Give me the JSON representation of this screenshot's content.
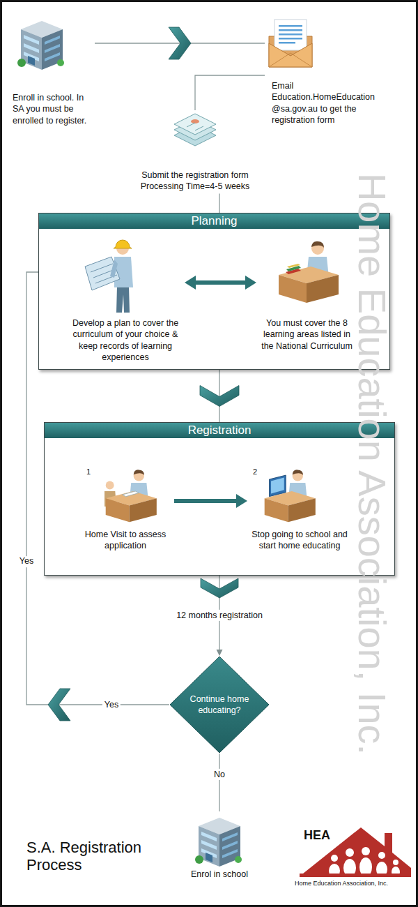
{
  "diagram": {
    "title": "S.A. Registration Process",
    "nodes": [
      {
        "text": [
          "Enroll in school. In SA you must be enrolled to register."
        ]
      },
      {
        "text": [
          "Email Education.HomeEducation @sa.gov.au to get the registration form"
        ]
      },
      {
        "text": [
          "Submit the registration form Processing Time=4-5 weeks"
        ]
      },
      {
        "text": [
          "Planning"
        ]
      },
      {
        "text": [
          "Develop a plan to cover the curriculum of your choice & keep records of learning experiences"
        ],
        "in": 3
      },
      {
        "text": [
          "You must cover the 8 learning areas listed in the National Curriculum"
        ],
        "in": 3
      },
      {
        "text": [
          "Registration"
        ]
      },
      {
        "text": [
          "1",
          "Home Visit to assess application"
        ],
        "in": 6
      },
      {
        "text": [
          "2",
          "Stop going to school and start home educating"
        ],
        "in": 6
      },
      {
        "text": [
          "Continue home educating?"
        ]
      },
      {
        "text": [
          "Enrol in school"
        ]
      }
    ],
    "edges": [
      {
        "from": 0,
        "to": 1,
        "arrow": "to"
      },
      {
        "from": 1,
        "to": 2,
        "arrow": "none"
      },
      {
        "from": 2,
        "to": 3,
        "arrow": "none"
      },
      {
        "from": 4,
        "to": 5,
        "arrow": "both"
      },
      {
        "from": 3,
        "to": 6,
        "arrow": "to"
      },
      {
        "from": 7,
        "to": 8,
        "arrow": "to"
      },
      {
        "from": 6,
        "to": 9,
        "label": "12 months registration",
        "arrow": "to"
      },
      {
        "from": 9,
        "to": 3,
        "label": "Yes",
        "arrow": "to"
      },
      {
        "from": 9,
        "to": 10,
        "label": "No",
        "arrow": "none"
      }
    ],
    "labels": [
      "Yes",
      "HEA",
      "Home Education Association, Inc.",
      "Home Education Association, Inc."
    ]
  }
}
